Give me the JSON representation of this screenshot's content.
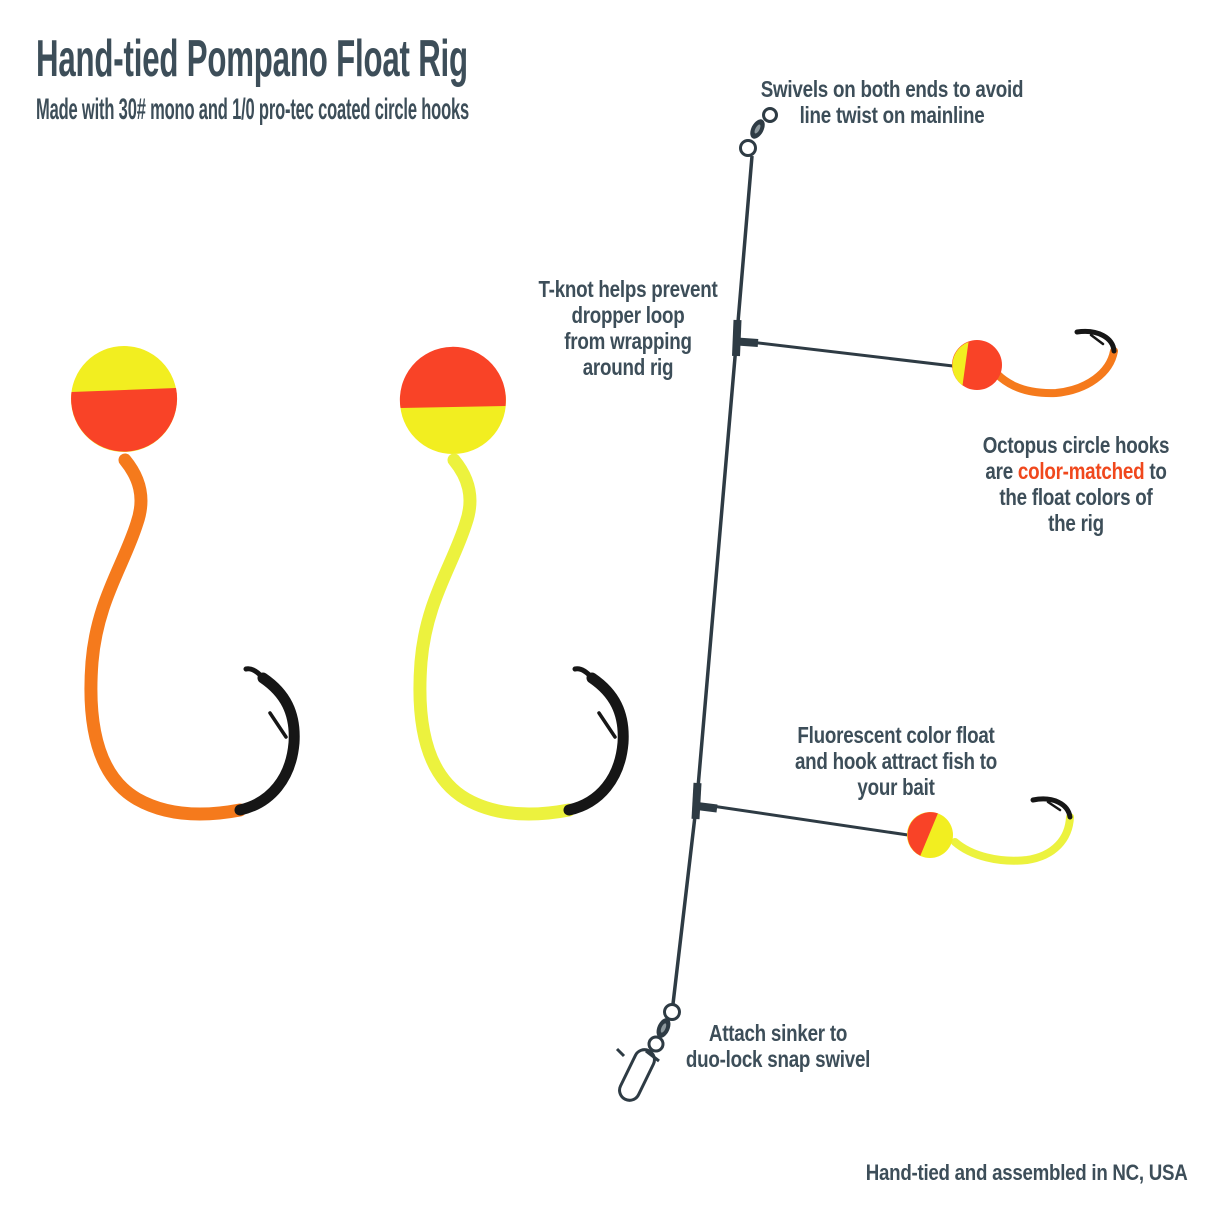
{
  "page": {
    "title": "Hand-tied Pompano Float Rig",
    "subtitle": "Made with 30# mono and 1/0 pro-tec coated circle hooks",
    "credit": "Hand-tied and assembled in NC, USA"
  },
  "annotations": {
    "swivels": {
      "lines": [
        "Swivels on both ends to avoid",
        "line twist on mainline"
      ]
    },
    "tknot": {
      "lines": [
        "T-knot helps prevent",
        "dropper loop",
        "from wrapping",
        "around rig"
      ]
    },
    "hooks": {
      "line1": "Octopus circle hooks",
      "line2_pre": "are ",
      "line2_accent": "color-matched",
      "line2_post": " to",
      "line3": "the float colors of",
      "line4": "the rig"
    },
    "float": {
      "lines": [
        "Fluorescent color float",
        "and hook attract fish to",
        "your bait"
      ]
    },
    "sinker": {
      "lines": [
        "Attach sinker to",
        "duo-lock snap swivel"
      ]
    }
  },
  "icons": {
    "top_swivel": "barrel-swivel-icon",
    "bottom_swivel": "duo-lock-snap-swivel-icon",
    "t_knot": "t-knot-marker",
    "floats": "two-tone-round-float",
    "hooks": "octopus-circle-hook"
  },
  "colors": {
    "text": "#3d4e59",
    "accent": "#f0481d",
    "line": "#2e3b44",
    "float_red": "#f94327",
    "float_yellow": "#f2ee20",
    "hook_orange": "#f57a1c",
    "hook_chartreuse": "#ecf23e",
    "hook_dark": "#161616"
  }
}
